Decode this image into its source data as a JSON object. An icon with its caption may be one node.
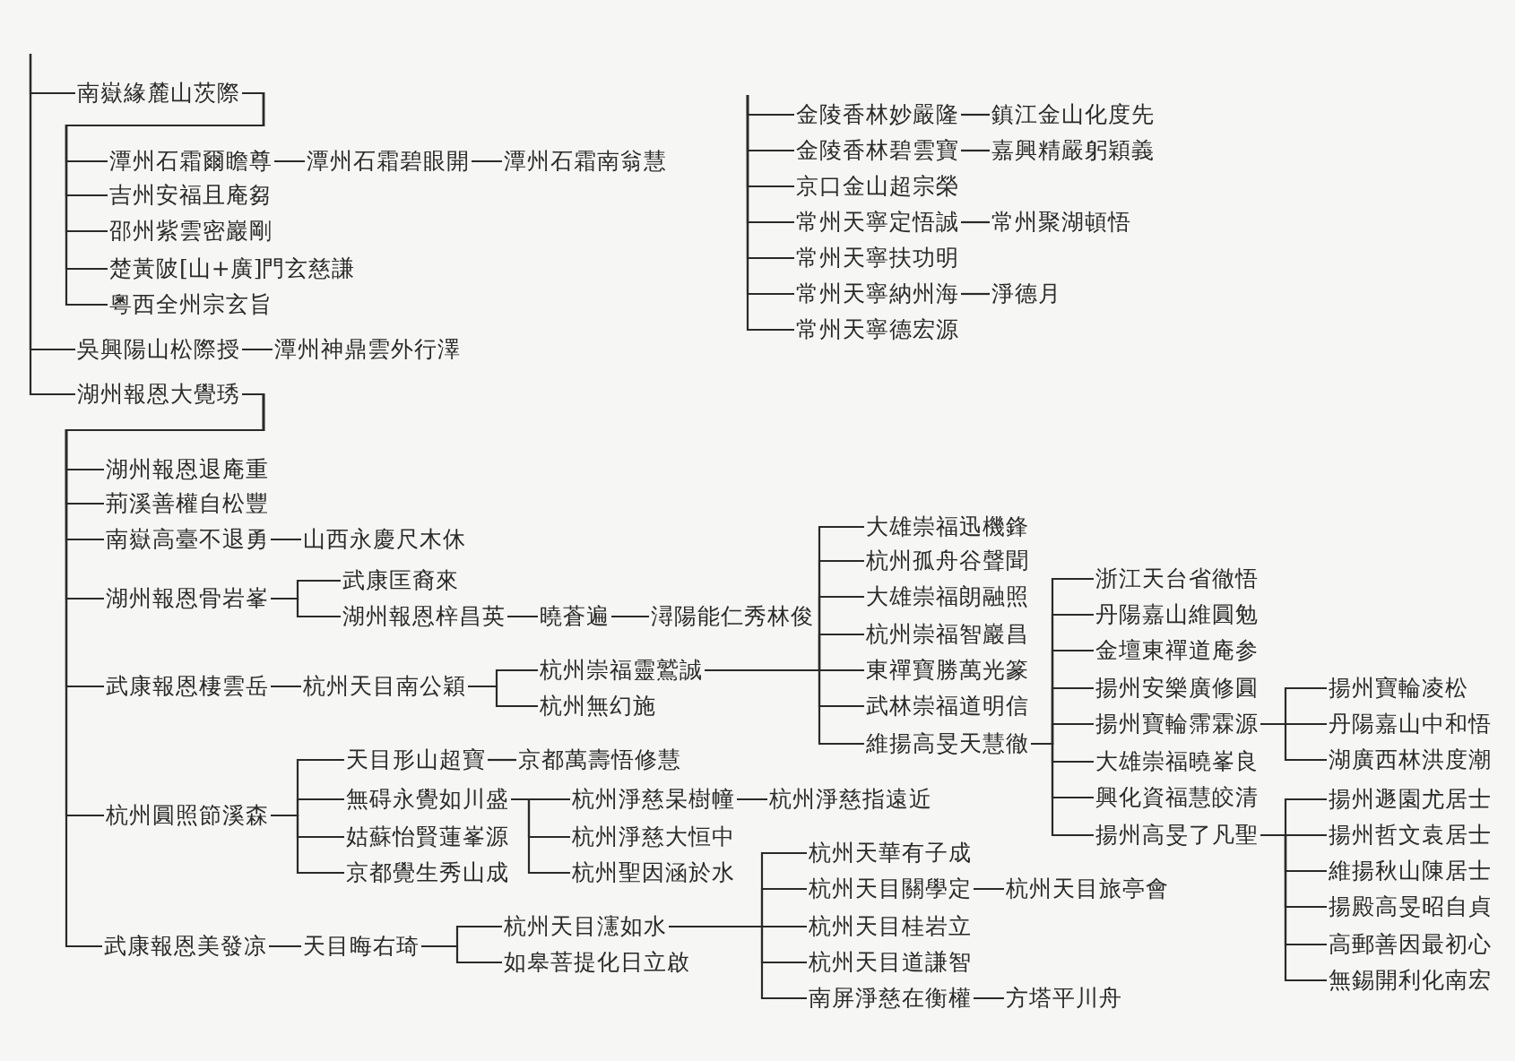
{
  "diagram": {
    "nodes": [
      {
        "text": [
          "南嶽緣麓山茨際"
        ]
      },
      {
        "text": [
          "潭州石霜爾瞻尊"
        ]
      },
      {
        "text": [
          "潭州石霜碧眼開"
        ]
      },
      {
        "text": [
          "潭州石霜南翁慧"
        ]
      },
      {
        "text": [
          "吉州安福且庵芻"
        ]
      },
      {
        "text": [
          "邵州紫雲密巖剛"
        ]
      },
      {
        "text": [
          "楚黃陂[山+廣]門玄慈謙"
        ]
      },
      {
        "text": [
          "粵西全州宗玄旨"
        ]
      },
      {
        "text": [
          "吳興陽山松際授"
        ]
      },
      {
        "text": [
          "潭州神鼎雲外行澤"
        ]
      },
      {
        "text": [
          "湖州報恩大覺琇"
        ]
      },
      {
        "text": [
          "湖州報恩退庵重"
        ]
      },
      {
        "text": [
          "荊溪善權自松豐"
        ]
      },
      {
        "text": [
          "南嶽高臺不退勇"
        ]
      },
      {
        "text": [
          "山西永慶尺木休"
        ]
      },
      {
        "text": [
          "湖州報恩骨岩峯"
        ]
      },
      {
        "text": [
          "武康匡裔來"
        ]
      },
      {
        "text": [
          "湖州報恩梓昌英"
        ]
      },
      {
        "text": [
          "曉蒼遍"
        ]
      },
      {
        "text": [
          "潯陽能仁秀林俊"
        ]
      },
      {
        "text": [
          "武康報恩棲雲岳"
        ]
      },
      {
        "text": [
          "杭州天目南公穎"
        ]
      },
      {
        "text": [
          "杭州崇福靈鷲誠"
        ]
      },
      {
        "text": [
          "大雄崇福迅機鋒"
        ]
      },
      {
        "text": [
          "杭州孤舟谷聲聞"
        ]
      },
      {
        "text": [
          "大雄崇福朗融照"
        ]
      },
      {
        "text": [
          "杭州崇福智巖昌"
        ]
      },
      {
        "text": [
          "東禪寶勝萬光篆"
        ]
      },
      {
        "text": [
          "武林崇福道明信"
        ]
      },
      {
        "text": [
          "維揚高旻天慧徹"
        ]
      },
      {
        "text": [
          "浙江天台省徹悟"
        ]
      },
      {
        "text": [
          "丹陽嘉山維圓勉"
        ]
      },
      {
        "text": [
          "金壇東禪道庵参"
        ]
      },
      {
        "text": [
          "揚州安樂廣修圓"
        ]
      },
      {
        "text": [
          "揚州寶輪霈霖源"
        ]
      },
      {
        "text": [
          "揚州寶輪凌松"
        ]
      },
      {
        "text": [
          "丹陽嘉山中和悟"
        ]
      },
      {
        "text": [
          "湖廣西林洪度潮"
        ]
      },
      {
        "text": [
          "大雄崇福曉峯良"
        ]
      },
      {
        "text": [
          "興化資福慧皎清"
        ]
      },
      {
        "text": [
          "揚州高旻了凡聖"
        ]
      },
      {
        "text": [
          "揚州遯園尤居士"
        ]
      },
      {
        "text": [
          "揚州哲文袁居士"
        ]
      },
      {
        "text": [
          "維揚秋山陳居士"
        ]
      },
      {
        "text": [
          "揚殿高旻昭自貞"
        ]
      },
      {
        "text": [
          "高郵善因最初心"
        ]
      },
      {
        "text": [
          "無錫開利化南宏"
        ]
      },
      {
        "text": [
          "杭州無幻施"
        ]
      },
      {
        "text": [
          "杭州圓照節溪森"
        ]
      },
      {
        "text": [
          "天目形山超寶"
        ]
      },
      {
        "text": [
          "京都萬壽悟修慧"
        ]
      },
      {
        "text": [
          "無碍永覺如川盛"
        ]
      },
      {
        "text": [
          "杭州淨慈杲樹幢"
        ]
      },
      {
        "text": [
          "杭州淨慈指遠近"
        ]
      },
      {
        "text": [
          "杭州淨慈大恒中"
        ]
      },
      {
        "text": [
          "杭州聖因涵於水"
        ]
      },
      {
        "text": [
          "姑蘇怡賢蓮峯源"
        ]
      },
      {
        "text": [
          "京都覺生秀山成"
        ]
      },
      {
        "text": [
          "武康報恩美發凉"
        ]
      },
      {
        "text": [
          "天目晦右琦"
        ]
      },
      {
        "text": [
          "杭州天目瀗如水"
        ]
      },
      {
        "text": [
          "杭州天華有子成"
        ]
      },
      {
        "text": [
          "杭州天目關學定"
        ]
      },
      {
        "text": [
          "杭州天目旅亭會"
        ]
      },
      {
        "text": [
          "杭州天目桂岩立"
        ]
      },
      {
        "text": [
          "杭州天目道謙智"
        ]
      },
      {
        "text": [
          "南屏淨慈在衡權"
        ]
      },
      {
        "text": [
          "方塔平川舟"
        ]
      },
      {
        "text": [
          "如皋菩提化日立啟"
        ]
      },
      {
        "text": [
          "金陵香林妙嚴隆"
        ]
      },
      {
        "text": [
          "鎮江金山化度先"
        ]
      },
      {
        "text": [
          "金陵香林碧雲寶"
        ]
      },
      {
        "text": [
          "嘉興精嚴躬穎義"
        ]
      },
      {
        "text": [
          "京口金山超宗榮"
        ]
      },
      {
        "text": [
          "常州天寧定悟誠"
        ]
      },
      {
        "text": [
          "常州聚湖頓悟"
        ]
      },
      {
        "text": [
          "常州天寧扶功明"
        ]
      },
      {
        "text": [
          "常州天寧納州海"
        ]
      },
      {
        "text": [
          "淨德月"
        ]
      },
      {
        "text": [
          "常州天寧德宏源"
        ]
      }
    ],
    "edges": [
      {
        "from": null,
        "to": 0,
        "arrow": "none"
      },
      {
        "from": null,
        "to": 8,
        "arrow": "none"
      },
      {
        "from": null,
        "to": 10,
        "arrow": "none"
      },
      {
        "from": 0,
        "to": 1,
        "arrow": "none"
      },
      {
        "from": 1,
        "to": 2,
        "arrow": "none"
      },
      {
        "from": 2,
        "to": 3,
        "arrow": "none"
      },
      {
        "from": 0,
        "to": 4,
        "arrow": "none"
      },
      {
        "from": 0,
        "to": 5,
        "arrow": "none"
      },
      {
        "from": 0,
        "to": 6,
        "arrow": "none"
      },
      {
        "from": 0,
        "to": 7,
        "arrow": "none"
      },
      {
        "from": 8,
        "to": 9,
        "arrow": "none"
      },
      {
        "from": 10,
        "to": 11,
        "arrow": "none"
      },
      {
        "from": 10,
        "to": 12,
        "arrow": "none"
      },
      {
        "from": 10,
        "to": 13,
        "arrow": "none"
      },
      {
        "from": 13,
        "to": 14,
        "arrow": "none"
      },
      {
        "from": 10,
        "to": 15,
        "arrow": "none"
      },
      {
        "from": 15,
        "to": 16,
        "arrow": "none"
      },
      {
        "from": 15,
        "to": 17,
        "arrow": "none"
      },
      {
        "from": 17,
        "to": 18,
        "arrow": "none"
      },
      {
        "from": 18,
        "to": 19,
        "arrow": "none"
      },
      {
        "from": 10,
        "to": 20,
        "arrow": "none"
      },
      {
        "from": 20,
        "to": 21,
        "arrow": "none"
      },
      {
        "from": 21,
        "to": 22,
        "arrow": "none"
      },
      {
        "from": 22,
        "to": 23,
        "arrow": "none"
      },
      {
        "from": 22,
        "to": 24,
        "arrow": "none"
      },
      {
        "from": 22,
        "to": 25,
        "arrow": "none"
      },
      {
        "from": 22,
        "to": 26,
        "arrow": "none"
      },
      {
        "from": 22,
        "to": 27,
        "arrow": "none"
      },
      {
        "from": 22,
        "to": 28,
        "arrow": "none"
      },
      {
        "from": 22,
        "to": 29,
        "arrow": "none"
      },
      {
        "from": 29,
        "to": 30,
        "arrow": "none"
      },
      {
        "from": 29,
        "to": 31,
        "arrow": "none"
      },
      {
        "from": 29,
        "to": 32,
        "arrow": "none"
      },
      {
        "from": 29,
        "to": 33,
        "arrow": "none"
      },
      {
        "from": 29,
        "to": 34,
        "arrow": "none"
      },
      {
        "from": 34,
        "to": 35,
        "arrow": "none"
      },
      {
        "from": 34,
        "to": 36,
        "arrow": "none"
      },
      {
        "from": 34,
        "to": 37,
        "arrow": "none"
      },
      {
        "from": 29,
        "to": 38,
        "arrow": "none"
      },
      {
        "from": 29,
        "to": 39,
        "arrow": "none"
      },
      {
        "from": 29,
        "to": 40,
        "arrow": "none"
      },
      {
        "from": 40,
        "to": 41,
        "arrow": "none"
      },
      {
        "from": 40,
        "to": 42,
        "arrow": "none"
      },
      {
        "from": 40,
        "to": 43,
        "arrow": "none"
      },
      {
        "from": 40,
        "to": 44,
        "arrow": "none"
      },
      {
        "from": 40,
        "to": 45,
        "arrow": "none"
      },
      {
        "from": 40,
        "to": 46,
        "arrow": "none"
      },
      {
        "from": 21,
        "to": 47,
        "arrow": "none"
      },
      {
        "from": 10,
        "to": 48,
        "arrow": "none"
      },
      {
        "from": 48,
        "to": 49,
        "arrow": "none"
      },
      {
        "from": 49,
        "to": 50,
        "arrow": "none"
      },
      {
        "from": 48,
        "to": 51,
        "arrow": "none"
      },
      {
        "from": 51,
        "to": 52,
        "arrow": "none"
      },
      {
        "from": 52,
        "to": 53,
        "arrow": "none"
      },
      {
        "from": 51,
        "to": 54,
        "arrow": "none"
      },
      {
        "from": 51,
        "to": 55,
        "arrow": "none"
      },
      {
        "from": 48,
        "to": 56,
        "arrow": "none"
      },
      {
        "from": 48,
        "to": 57,
        "arrow": "none"
      },
      {
        "from": 10,
        "to": 58,
        "arrow": "none"
      },
      {
        "from": 58,
        "to": 59,
        "arrow": "none"
      },
      {
        "from": 59,
        "to": 60,
        "arrow": "none"
      },
      {
        "from": 60,
        "to": 61,
        "arrow": "none"
      },
      {
        "from": 60,
        "to": 62,
        "arrow": "none"
      },
      {
        "from": 62,
        "to": 63,
        "arrow": "none"
      },
      {
        "from": 60,
        "to": 64,
        "arrow": "none"
      },
      {
        "from": 60,
        "to": 65,
        "arrow": "none"
      },
      {
        "from": 60,
        "to": 66,
        "arrow": "none"
      },
      {
        "from": 66,
        "to": 67,
        "arrow": "none"
      },
      {
        "from": 59,
        "to": 68,
        "arrow": "none"
      },
      {
        "from": null,
        "to": 69,
        "arrow": "none"
      },
      {
        "from": 69,
        "to": 70,
        "arrow": "none"
      },
      {
        "from": null,
        "to": 71,
        "arrow": "none"
      },
      {
        "from": 71,
        "to": 72,
        "arrow": "none"
      },
      {
        "from": null,
        "to": 73,
        "arrow": "none"
      },
      {
        "from": null,
        "to": 74,
        "arrow": "none"
      },
      {
        "from": 74,
        "to": 75,
        "arrow": "none"
      },
      {
        "from": null,
        "to": 76,
        "arrow": "none"
      },
      {
        "from": null,
        "to": 77,
        "arrow": "none"
      },
      {
        "from": 77,
        "to": 78,
        "arrow": "none"
      },
      {
        "from": null,
        "to": 79,
        "arrow": "none"
      }
    ]
  }
}
